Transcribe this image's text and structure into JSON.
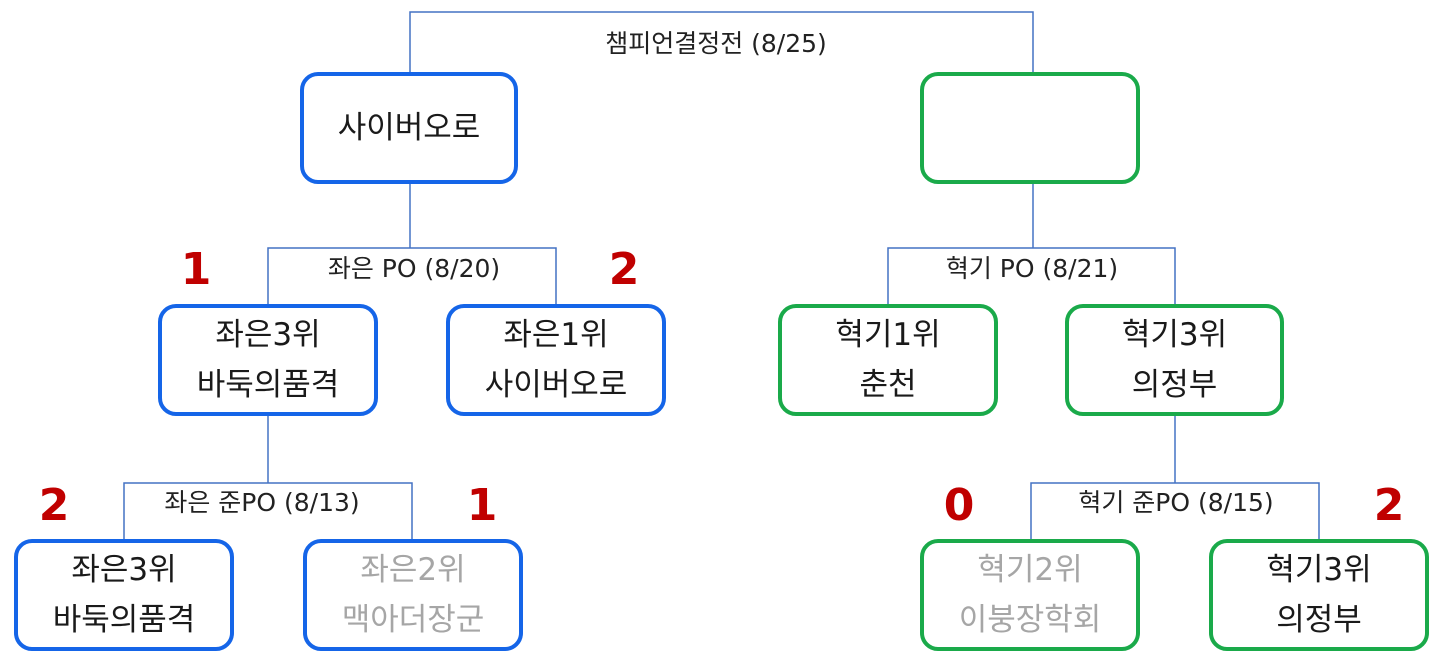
{
  "final": {
    "title": "챔피언결정전 (8/25)",
    "left_team": "사이버오로",
    "right_team": ""
  },
  "left_po": {
    "title": "좌은 PO (8/20)",
    "team_a": {
      "line1": "좌은3위",
      "line2": "바둑의품격",
      "score": "1"
    },
    "team_b": {
      "line1": "좌은1위",
      "line2": "사이버오로",
      "score": "2"
    }
  },
  "right_po": {
    "title": "혁기 PO (8/21)",
    "team_a": {
      "line1": "혁기1위",
      "line2": "춘천"
    },
    "team_b": {
      "line1": "혁기3위",
      "line2": "의정부"
    }
  },
  "left_semi": {
    "title": "좌은 준PO (8/13)",
    "team_a": {
      "line1": "좌은3위",
      "line2": "바둑의품격",
      "score": "2"
    },
    "team_b": {
      "line1": "좌은2위",
      "line2": "맥아더장군",
      "score": "1"
    }
  },
  "right_semi": {
    "title": "혁기 준PO (8/15)",
    "team_a": {
      "line1": "혁기2위",
      "line2": "이붕장학회",
      "score": "0"
    },
    "team_b": {
      "line1": "혁기3위",
      "line2": "의정부",
      "score": "2"
    }
  },
  "colors": {
    "left_bracket": "#1565e8",
    "right_bracket": "#1aaa4a",
    "connector": "#4472c4",
    "score": "#c00000",
    "eliminated_text": "#a6a6a6"
  }
}
